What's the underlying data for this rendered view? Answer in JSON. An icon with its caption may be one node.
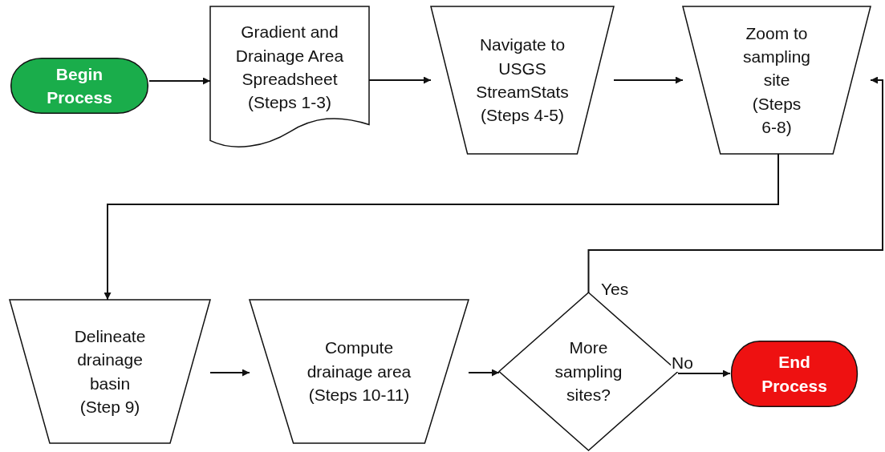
{
  "diagram": {
    "nodes": [
      {
        "text": [
          "Begin Process"
        ]
      },
      {
        "text": [
          "Gradient and Drainage Area Spreadsheet",
          "(Steps 1-3)"
        ]
      },
      {
        "text": [
          "Navigate to USGS StreamStats",
          "(Steps 4-5)"
        ]
      },
      {
        "text": [
          "Zoom to sampling site",
          "(Steps 6-8)"
        ]
      },
      {
        "text": [
          "Delineate drainage basin",
          "(Step 9)"
        ]
      },
      {
        "text": [
          "Compute drainage area",
          "(Steps 10-11)"
        ]
      },
      {
        "text": [
          "More sampling sites?"
        ]
      },
      {
        "text": [
          "End Process"
        ]
      }
    ],
    "edges": [
      {
        "from": 0,
        "to": 1,
        "arrow": "to"
      },
      {
        "from": 1,
        "to": 2,
        "arrow": "to"
      },
      {
        "from": 2,
        "to": 3,
        "arrow": "to"
      },
      {
        "from": 3,
        "to": 4,
        "arrow": "to"
      },
      {
        "from": 4,
        "to": 5,
        "arrow": "to"
      },
      {
        "from": 5,
        "to": 6,
        "arrow": "to"
      },
      {
        "from": 6,
        "to": 7,
        "arrow": "to",
        "label": "No"
      },
      {
        "from": 6,
        "to": 3,
        "arrow": "to",
        "label": "Yes"
      }
    ]
  }
}
